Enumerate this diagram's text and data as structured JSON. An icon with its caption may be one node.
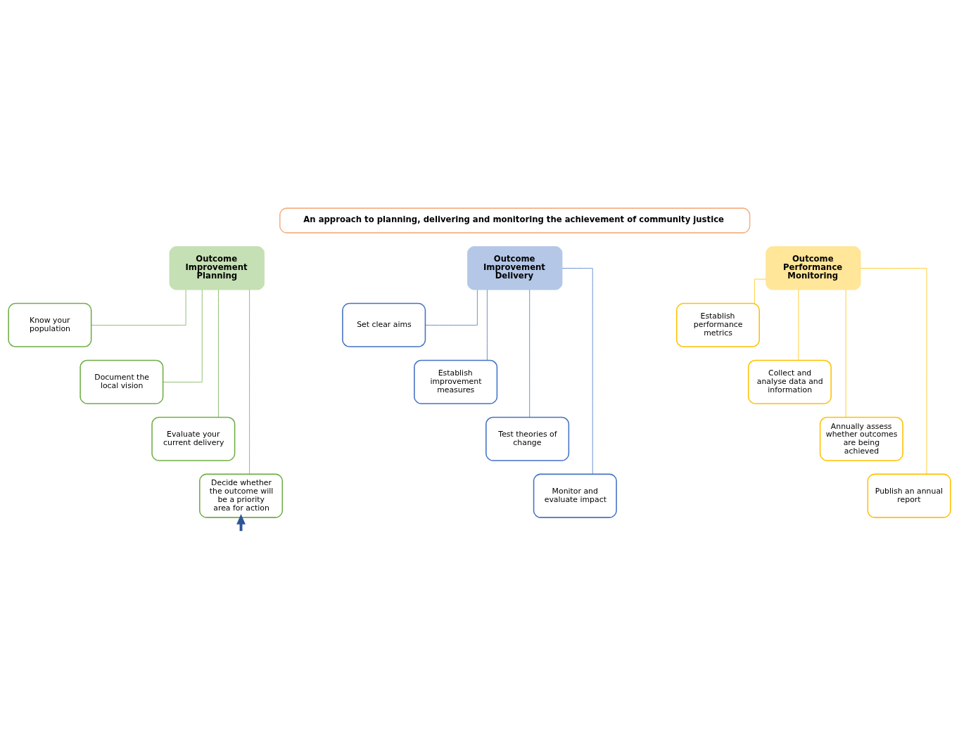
{
  "diagram": {
    "nodes": [
      {
        "text": [
          "An approach to planning, delivering and monitoring the achievement of community justice"
        ]
      },
      {
        "text": [
          "Outcome Improvement Planning"
        ]
      },
      {
        "text": [
          "Know your population"
        ]
      },
      {
        "text": [
          "Document the local vision"
        ]
      },
      {
        "text": [
          "Evaluate your current delivery"
        ]
      },
      {
        "text": [
          "Decide whether the outcome will be a priority area for action"
        ]
      },
      {
        "text": [
          "Outcome Improvement Delivery"
        ]
      },
      {
        "text": [
          "Set clear aims"
        ]
      },
      {
        "text": [
          "Establish improvement measures"
        ]
      },
      {
        "text": [
          "Test theories of change"
        ]
      },
      {
        "text": [
          "Monitor and evaluate impact"
        ]
      },
      {
        "text": [
          "Outcome Performance Monitoring"
        ]
      },
      {
        "text": [
          "Establish performance metrics"
        ]
      },
      {
        "text": [
          "Collect and analyse data and information"
        ]
      },
      {
        "text": [
          "Annually assess whether outcomes are being achieved"
        ]
      },
      {
        "text": [
          "Publish an annual report"
        ]
      }
    ],
    "edges": [
      {
        "from": 1,
        "to": 2,
        "arrow": "none",
        "color": "#70ad47"
      },
      {
        "from": 1,
        "to": 3,
        "arrow": "none",
        "color": "#70ad47"
      },
      {
        "from": 1,
        "to": 4,
        "arrow": "none",
        "color": "#70ad47"
      },
      {
        "from": 1,
        "to": 5,
        "arrow": "none",
        "color": "#70ad47"
      },
      {
        "from": 6,
        "to": 7,
        "arrow": "none",
        "color": "#4472c4"
      },
      {
        "from": 6,
        "to": 8,
        "arrow": "none",
        "color": "#4472c4"
      },
      {
        "from": 6,
        "to": 9,
        "arrow": "none",
        "color": "#4472c4"
      },
      {
        "from": 6,
        "to": 10,
        "arrow": "none",
        "color": "#4472c4"
      },
      {
        "from": 11,
        "to": 12,
        "arrow": "none",
        "color": "#ffc000"
      },
      {
        "from": 11,
        "to": 13,
        "arrow": "none",
        "color": "#ffc000"
      },
      {
        "from": 11,
        "to": 14,
        "arrow": "none",
        "color": "#ffc000"
      },
      {
        "from": 11,
        "to": 15,
        "arrow": "none",
        "color": "#ffc000"
      },
      {
        "from": null,
        "to": 5,
        "arrow": "to",
        "style": "thick",
        "color": "#2f5597"
      }
    ]
  }
}
